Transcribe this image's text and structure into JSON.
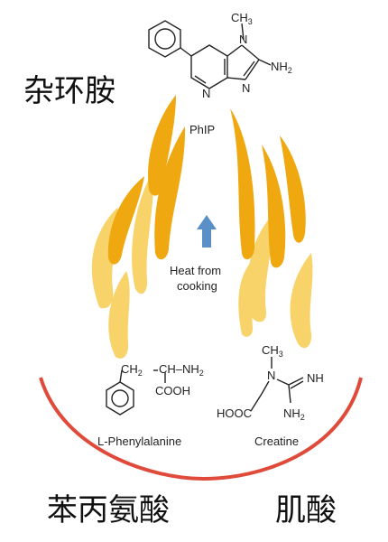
{
  "labels": {
    "heterocyclic_amine_zh": "杂环胺",
    "phenylalanine_zh": "苯丙氨酸",
    "creatine_zh": "肌酸",
    "phip": "PhIP",
    "heat_line1": "Heat from",
    "heat_line2": "cooking",
    "phenylalanine_en": "L-Phenylalanine",
    "creatine_en": "Creatine"
  },
  "phip_atoms": {
    "n_top": "N",
    "n_mid": "N",
    "n_right": "N",
    "ch3": "CH",
    "ch3_sub": "3",
    "nh2": "NH",
    "nh2_sub": "2"
  },
  "phe_atoms": {
    "ch2": "CH",
    "ch2_sub": "2",
    "ch": "CH",
    "nh2": "NH",
    "nh2_sub": "2",
    "cooh": "COOH"
  },
  "creatine_atoms": {
    "ch3": "CH",
    "ch3_sub": "3",
    "n": "N",
    "nh": "NH",
    "nh2": "NH",
    "nh2_sub": "2",
    "hooc": "HOOC"
  },
  "colors": {
    "flame_dark": "#F0A810",
    "flame_light": "#F7D36A",
    "arc": "#E04A3A",
    "arrow": "#5B8FC7",
    "text": "#222222"
  }
}
